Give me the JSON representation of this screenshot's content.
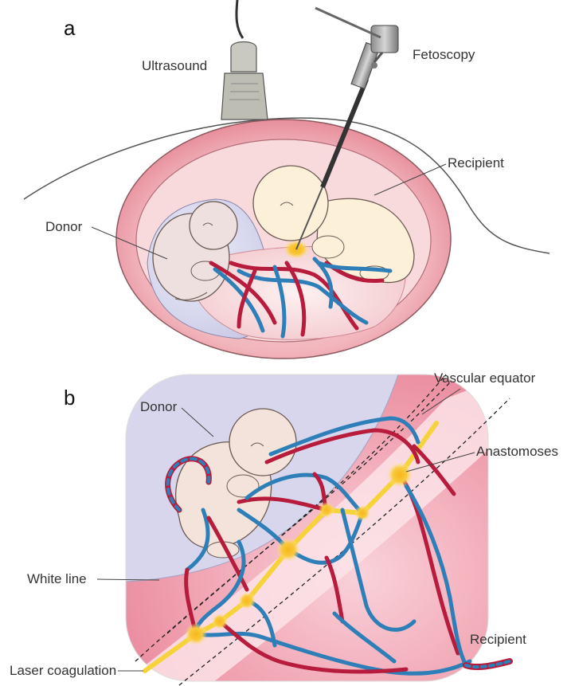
{
  "panels": {
    "a": {
      "letter": "a",
      "labels": {
        "ultrasound": "Ultrasound",
        "fetoscopy": "Fetoscopy",
        "recipient": "Recipient",
        "donor": "Donor"
      }
    },
    "b": {
      "letter": "b",
      "labels": {
        "vascular_equator": "Vascular equator",
        "donor": "Donor",
        "anastomoses": "Anastomoses",
        "white_line": "White line",
        "laser_coagulation": "Laser coagulation",
        "recipient": "Recipient"
      }
    }
  },
  "colors": {
    "vein": "#2e7fb8",
    "artery": "#b71c3c",
    "laser": "#f4c430",
    "uterus": "#e98a97",
    "amniotic_donor": "#dcdcf0",
    "skin": "#f5e6d8"
  }
}
